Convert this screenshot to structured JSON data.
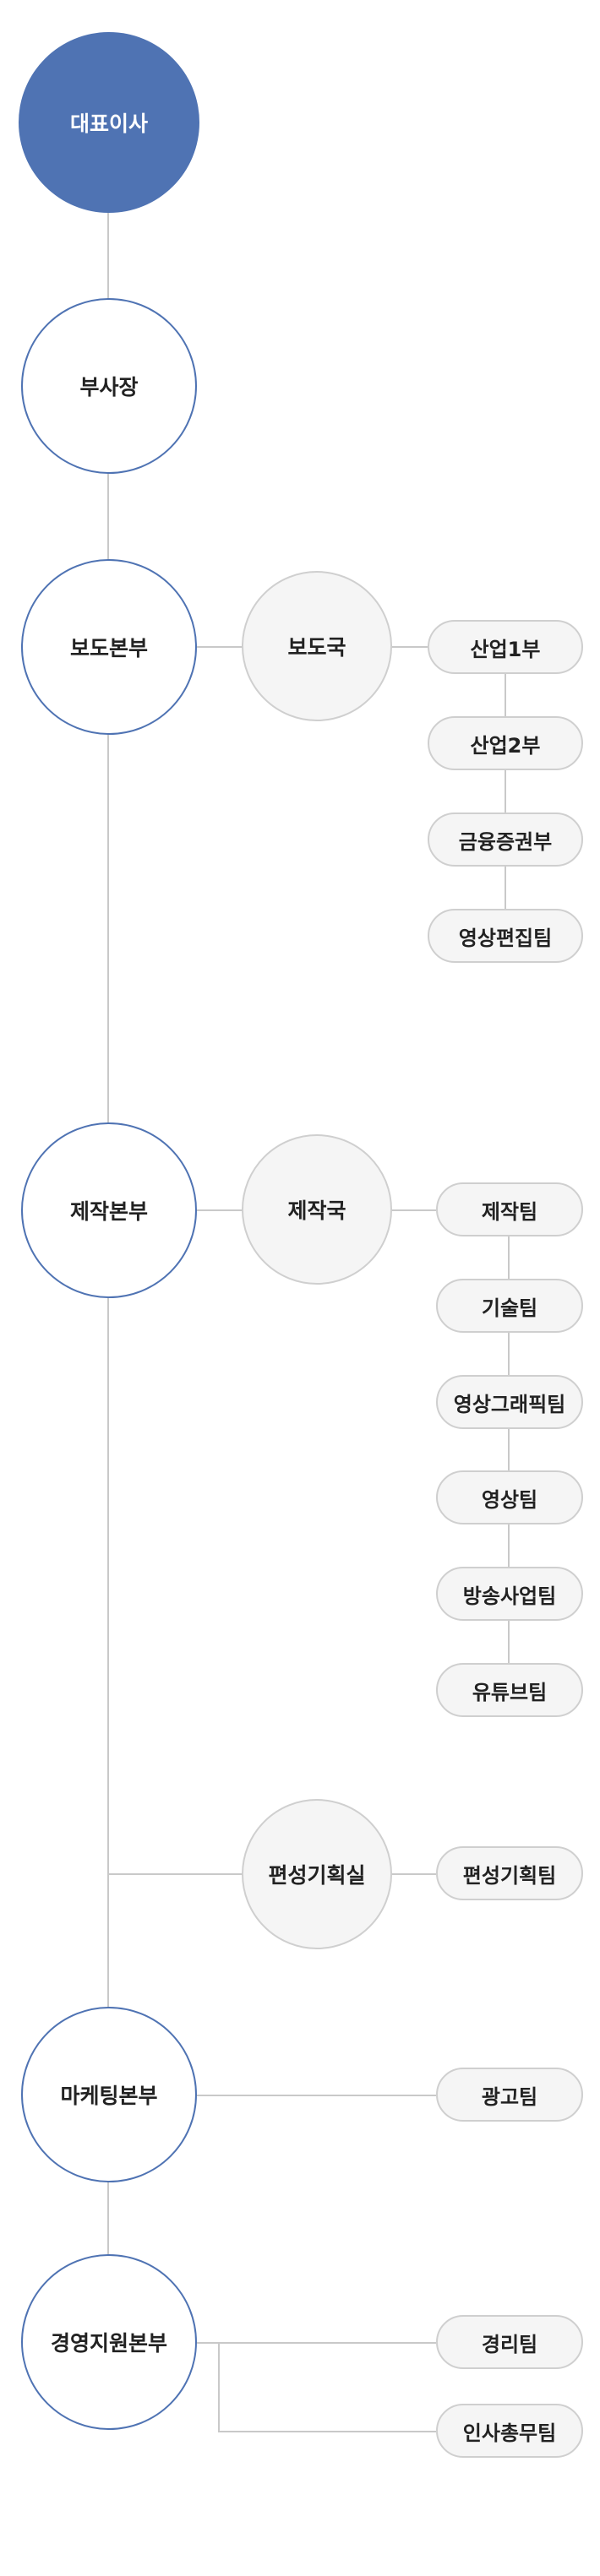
{
  "nodes": {
    "ceo": "대표이사",
    "vp": "부사장",
    "news_hq": "보도본부",
    "news_bureau": "보도국",
    "industry1": "산업1부",
    "industry2": "산업2부",
    "finance": "금융증권부",
    "video_edit": "영상편집팀",
    "prod_hq": "제작본부",
    "prod_bureau": "제작국",
    "prod_team": "제작팀",
    "tech_team": "기술팀",
    "graphics_team": "영상그래픽팀",
    "video_team": "영상팀",
    "broadcast_biz_team": "방송사업팀",
    "youtube_team": "유튜브팀",
    "programming_office": "편성기획실",
    "programming_team": "편성기획팀",
    "marketing_hq": "마케팅본부",
    "ad_team": "광고팀",
    "mgmt_hq": "경영지원본부",
    "accounting_team": "경리팀",
    "hr_general_team": "인사총무팀"
  },
  "colors": {
    "ceo_fill": "#4f73b3",
    "division_border": "#4f73b3",
    "bureau_fill": "#f5f5f5",
    "connector": "#c9c9c9"
  }
}
